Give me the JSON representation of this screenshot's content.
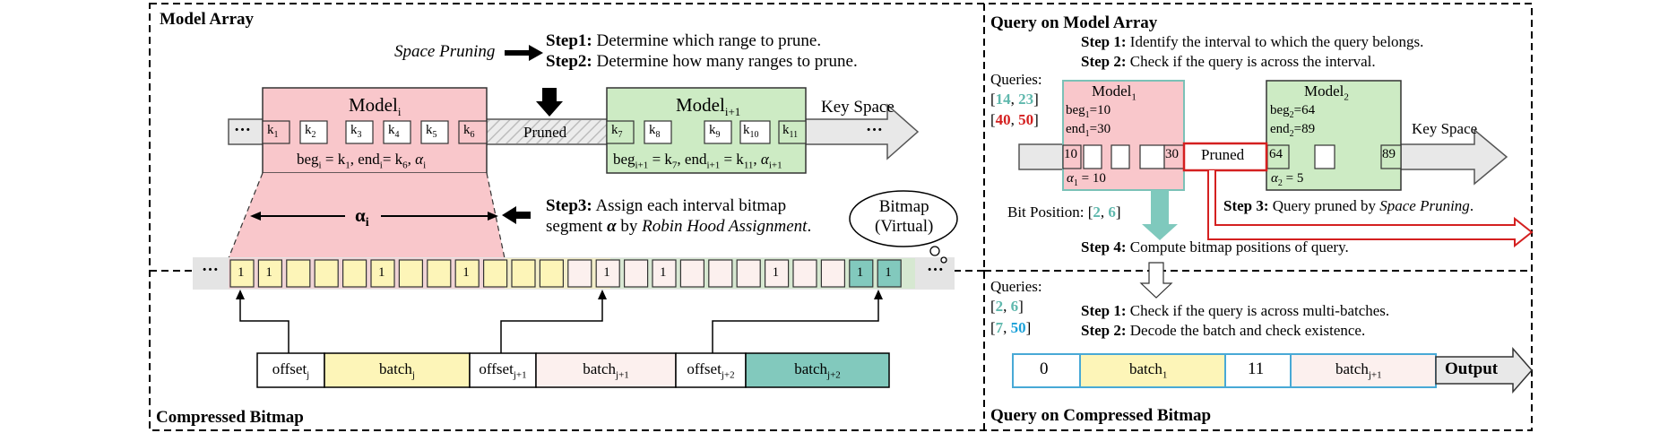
{
  "model_array": {
    "title": "Model Array",
    "space_pruning": "Space Pruning",
    "step1_head": "Step1:",
    "step1_text": "Determine which range to prune.",
    "step2_head": "Step2:",
    "step2_text": "Determine how many ranges to prune.",
    "step3_head": "Step3:",
    "step3_text1": "Assign each interval bitmap",
    "step3_text2_pre": "segment",
    "step3_alpha": "α",
    "step3_text2_mid": "by",
    "step3_text2_it": "Robin Hood Assignment",
    "step3_text2_end": ".",
    "model_i": "Model",
    "model_i_sub": "i",
    "model_i1": "Model",
    "model_i1_sub": "i+1",
    "key_space": "Key Space",
    "pruned": "Pruned",
    "dots": "···",
    "keys_left": [
      "k1",
      "k2",
      "k3",
      "k4",
      "k5",
      "k6"
    ],
    "keys_right": [
      "k7",
      "k8",
      "k9",
      "k10",
      "k11"
    ],
    "beg_i": "beg",
    "beg_i_text": "= k1, endi= k6, αi",
    "beg_i1_text": "begi+1 = k7, endi+1 = k11, αi+1",
    "alpha_i": "α",
    "alpha_i_sub": "i",
    "bitmap_cloud_line1": "Bitmap",
    "bitmap_cloud_line2": "(Virtual)",
    "bitmap_ones": "1"
  },
  "compressed_bitmap": {
    "title": "Compressed Bitmap",
    "segments": [
      {
        "label": "offset",
        "sub": "j",
        "color": "#ffffff"
      },
      {
        "label": "batch",
        "sub": "j",
        "color": "#fdf5b8"
      },
      {
        "label": "offset",
        "sub": "j+1",
        "color": "#ffffff"
      },
      {
        "label": "batch",
        "sub": "j+1",
        "color": "#fcf0ee"
      },
      {
        "label": "offset",
        "sub": "j+2",
        "color": "#ffffff"
      },
      {
        "label": "batch",
        "sub": "j+2",
        "color": "#82c9bd"
      }
    ]
  },
  "query_model": {
    "title": "Query on Model Array",
    "step1_head": "Step 1:",
    "step1_text": "Identify the interval to which the query belongs.",
    "step2_head": "Step 2:",
    "step2_text": "Check if the query is across the interval.",
    "queries_label": "Queries:",
    "q1_a": "14",
    "q1_b": "23",
    "q2_a": "40",
    "q2_b": "50",
    "model1": "Model",
    "model1_sub": "1",
    "beg1": "beg1=10",
    "end1": "end1=30",
    "model2": "Model",
    "model2_sub": "2",
    "beg2": "beg2=64",
    "end2": "end2=89",
    "key_space": "Key Space",
    "cells": [
      "10",
      "30",
      "Pruned",
      "64",
      "89"
    ],
    "alpha1": "α1 = 10",
    "alpha2": "α2 = 5",
    "bit_position_label": "Bit Position:",
    "bp_a": "2",
    "bp_b": "6",
    "step3_head": "Step 3:",
    "step3_text": "Query pruned by",
    "step3_it": "Space Pruning",
    "step3_end": ".",
    "step4_head": "Step 4:",
    "step4_text": "Compute bitmap positions of query."
  },
  "query_bitmap": {
    "title": "Query on Compressed Bitmap",
    "queries_label": "Queries:",
    "q1_a": "2",
    "q1_b": "6",
    "q2_a": "7",
    "q2_b": "50",
    "step1_head": "Step 1:",
    "step1_text": "Check if the query is across multi-batches.",
    "step2_head": "Step 2:",
    "step2_text": "Decode the batch and check existence.",
    "seg_0": "0",
    "seg_batch1": "batch",
    "seg_batch1_sub": "1",
    "seg_11": "11",
    "seg_batchj1": "batch",
    "seg_batchj1_sub": "j+1",
    "output": "Output"
  }
}
